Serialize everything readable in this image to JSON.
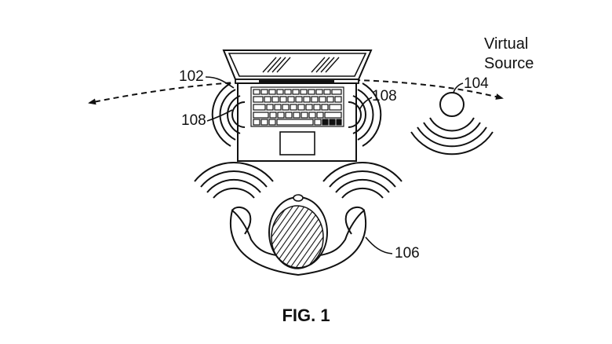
{
  "labels": {
    "virtual_source_line1": "Virtual",
    "virtual_source_line2": "Source",
    "ref_104": "104",
    "ref_102": "102",
    "ref_108_left": "108",
    "ref_108_right": "108",
    "ref_106": "106"
  },
  "caption": "FIG. 1",
  "colors": {
    "ink": "#111111",
    "background": "#ffffff"
  }
}
